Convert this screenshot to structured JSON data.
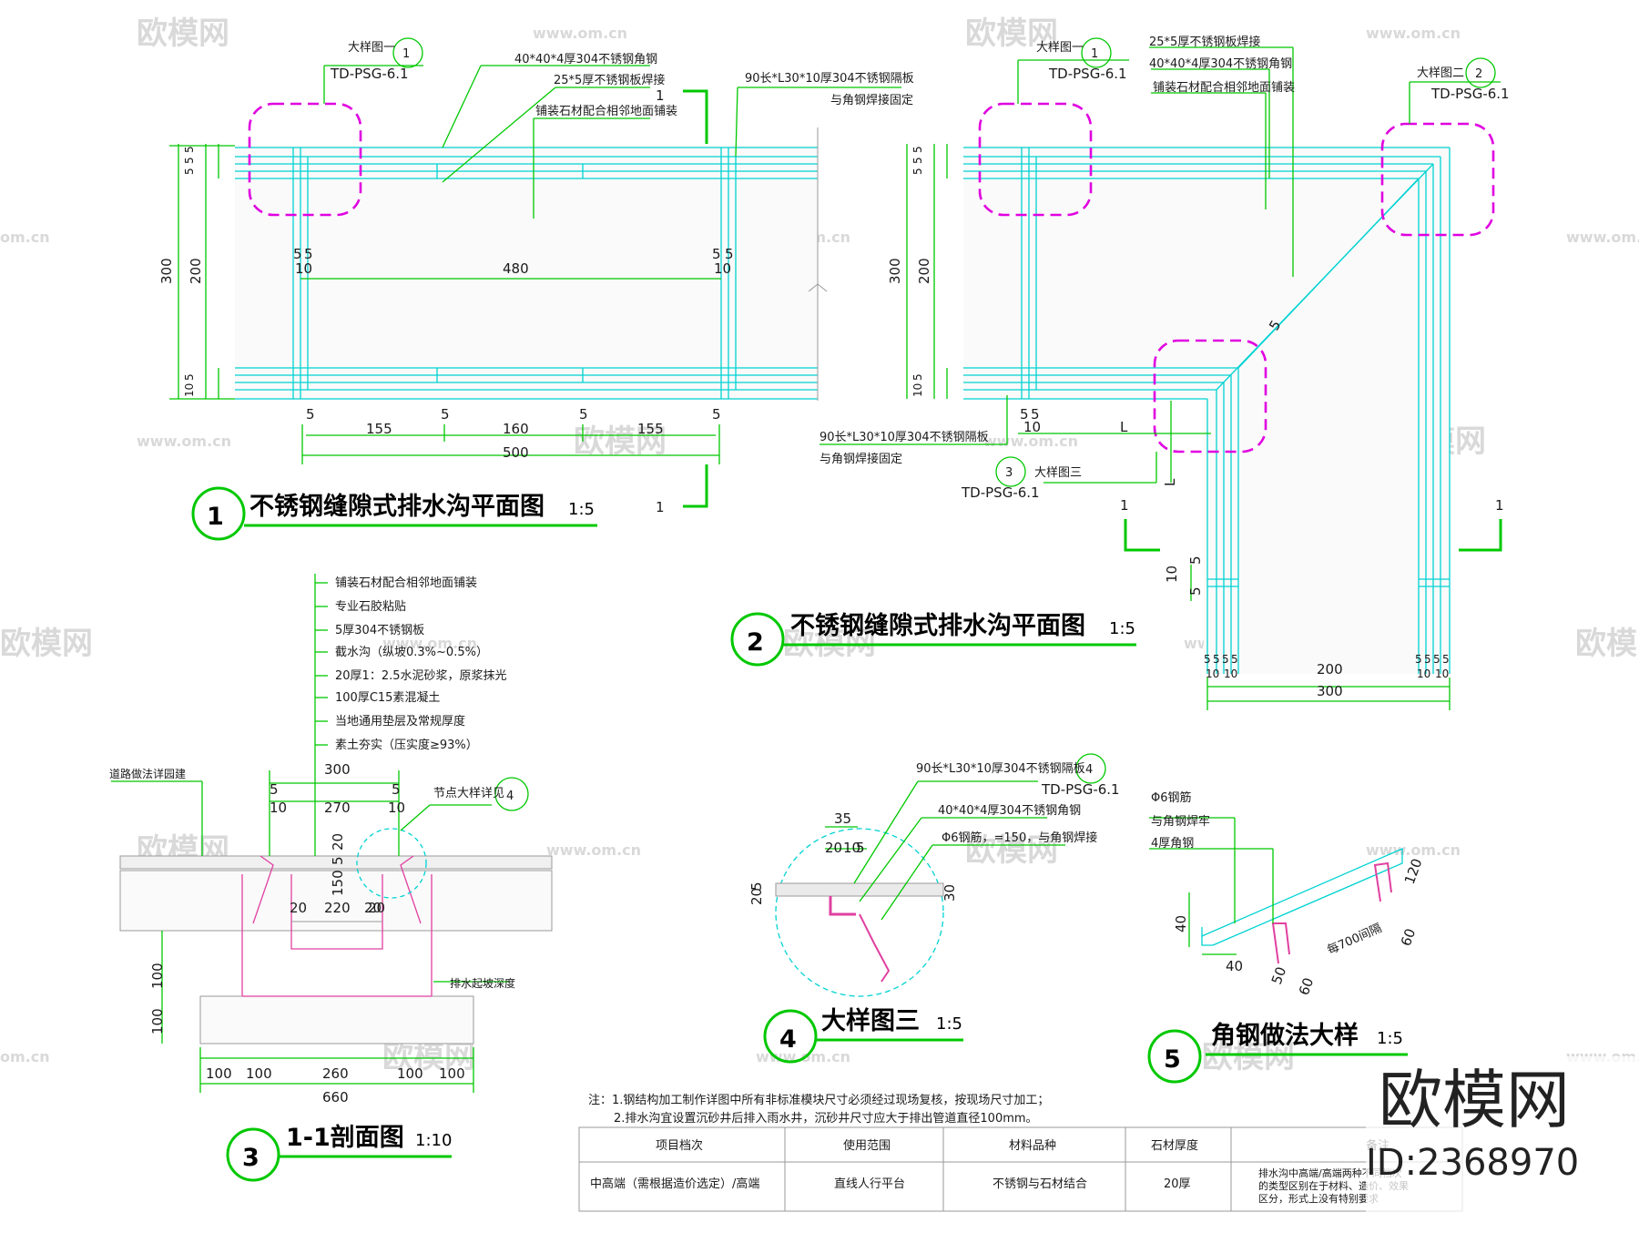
{
  "drawings": {
    "d1": {
      "number": "1",
      "title": "不锈钢缝隙式排水沟平面图",
      "scale": "1:5",
      "callout_ref": "大样图一",
      "callout_num": "1",
      "callout_code": "TD-PSG-6.1",
      "labels": [
        "40*40*4厚304不锈钢角钢",
        "25*5厚不锈钢板焊接",
        "铺装石材配合相邻地面铺装",
        "90长*L30*10厚304不锈钢隔板",
        "与角钢焊接固定"
      ],
      "dims_left": [
        "300",
        "200",
        "5",
        "5",
        "5",
        "5",
        "10"
      ],
      "dims_inner": [
        "5",
        "5",
        "480",
        "10",
        "5",
        "5",
        "10"
      ],
      "dims_bottom": [
        "5",
        "155",
        "5",
        "160",
        "5",
        "155",
        "5",
        "500"
      ],
      "section_mark": "1"
    },
    "d2": {
      "number": "2",
      "title": "不锈钢缝隙式排水沟平面图",
      "scale": "1:5",
      "callouts": [
        {
          "ref": "大样图一",
          "num": "1",
          "code": "TD-PSG-6.1"
        },
        {
          "ref": "大样图二",
          "num": "2",
          "code": "TD-PSG-6.1"
        },
        {
          "ref": "大样图三",
          "num": "3",
          "code": "TD-PSG-6.1"
        }
      ],
      "labels": [
        "25*5厚不锈钢板焊接",
        "40*40*4厚304不锈钢角钢",
        "铺装石材配合相邻地面铺装",
        "90长*L30*10厚304不锈钢隔板",
        "与角钢焊接固定"
      ],
      "dims_left": [
        "300",
        "200",
        "5",
        "5",
        "5",
        "5",
        "10"
      ],
      "dims_misc": [
        "5",
        "5",
        "10",
        "L",
        "L",
        "10",
        "5",
        "5",
        "5"
      ],
      "dims_bottom": [
        "5",
        "5",
        "5",
        "5",
        "10",
        "10",
        "200",
        "5",
        "5",
        "5",
        "5",
        "10",
        "10",
        "300"
      ],
      "section_mark": "1"
    },
    "d3": {
      "number": "3",
      "title": "1-1剖面图",
      "scale": "1:10",
      "layers": [
        "铺装石材配合相邻地面铺装",
        "专业石胶粘贴",
        "5厚304不锈钢板",
        "截水沟（纵坡0.3%~0.5%）",
        "20厚1：2.5水泥砂浆，原浆抹光",
        "100厚C15素混凝土",
        "当地通用垫层及常规厚度",
        "素土夯实（压实度≥93%）"
      ],
      "road_note": "道路做法详园建",
      "node_note": "节点大样详见",
      "node_num": "4",
      "slope_note": "排水起坡深度",
      "dims_top": [
        "300",
        "5",
        "5",
        "10",
        "270",
        "10"
      ],
      "dims_mid": [
        "20",
        "5",
        "20",
        "150",
        "20",
        "220",
        "20"
      ],
      "dims_side": [
        "100",
        "100"
      ],
      "dims_bottom": [
        "100",
        "100",
        "260",
        "100",
        "100",
        "660"
      ]
    },
    "d4": {
      "number": "4",
      "title": "大样图三",
      "scale": "1:5",
      "callout_num": "4",
      "callout_code": "TD-PSG-6.1",
      "labels": [
        "90长*L30*10厚304不锈钢隔板",
        "40*40*4厚304不锈钢角钢",
        "Φ6钢筋，=150，与角钢焊接"
      ],
      "dims": [
        "35",
        "20",
        "10",
        "5",
        "5",
        "20",
        "30"
      ]
    },
    "d5": {
      "number": "5",
      "title": "角钢做法大样",
      "scale": "1:5",
      "labels": [
        "Φ6钢筋",
        "与角钢焊牢",
        "4厚角钢",
        "每700间隔"
      ],
      "dims": [
        "40",
        "40",
        "50",
        "60",
        "60",
        "120"
      ]
    }
  },
  "notes": {
    "line1": "注：1.钢结构加工制作详图中所有非标准模块尺寸必须经过现场复核，按现场尺寸加工；",
    "line2": "2.排水沟宜设置沉砂井后排入雨水井，沉砂井尺寸应大于排出管道直径100mm。"
  },
  "table": {
    "headers": [
      "项目档次",
      "使用范围",
      "材料品种",
      "石材厚度",
      "备注"
    ],
    "row": [
      "中高端（需根据造价选定）/高端",
      "直线人行平台",
      "不锈钢与石材结合",
      "20厚",
      "排水沟中高端/高端两种不同档次的类型区别在于材料、造价、效果区分，形式上没有特别要求"
    ]
  },
  "watermark": {
    "brand": "欧模网",
    "site": "www.om.cn",
    "site_short": "om.cn"
  },
  "brand": {
    "name": "欧模网",
    "id": "ID:2368970"
  }
}
